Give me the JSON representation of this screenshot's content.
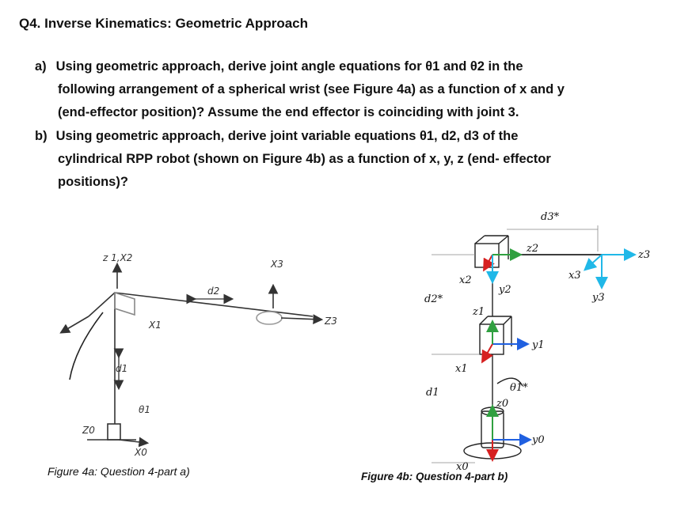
{
  "question": {
    "title": "Q4. Inverse Kinematics: Geometric Approach",
    "part_a": {
      "label": "a)",
      "line1": "Using geometric approach, derive joint angle equations for θ1 and θ2 in the",
      "line2": "following arrangement of a spherical wrist (see Figure 4a) as a function of x and y",
      "line3": "(end-effector position)? Assume the end effector is coinciding with joint 3."
    },
    "part_b": {
      "label": "b)",
      "line1": "Using geometric approach, derive joint variable equations θ1, d2, d3 of the",
      "line2": "cylindrical RPP robot (shown on Figure 4b) as a function of x, y, z (end- effector",
      "line3": "positions)?"
    }
  },
  "figure_a": {
    "caption": "Figure 4a: Question 4-part a)",
    "labels": {
      "z1x2": "z 1,X2",
      "x3": "X3",
      "d2": "d2",
      "z3": "Z3",
      "x1": "X1",
      "d1": "d1",
      "theta1": "θ1",
      "z0": "Z0",
      "x0": "X0"
    }
  },
  "figure_b": {
    "caption": "Figure 4b: Question 4-part b)",
    "labels": {
      "d3": "d3*",
      "z2": "z2",
      "z3": "z3",
      "x2": "x2",
      "y2": "y2",
      "x3": "x3",
      "y3": "y3",
      "d2": "d2*",
      "z1": "z1",
      "y1": "y1",
      "x1": "x1",
      "d1": "d1",
      "theta1": "θ1*",
      "z0": "z0",
      "y0": "y0",
      "x0": "x0"
    }
  },
  "colors": {
    "axis_red": "#d62020",
    "axis_blue": "#2060e0",
    "axis_cyan": "#20b8e8",
    "axis_green": "#30a040"
  }
}
